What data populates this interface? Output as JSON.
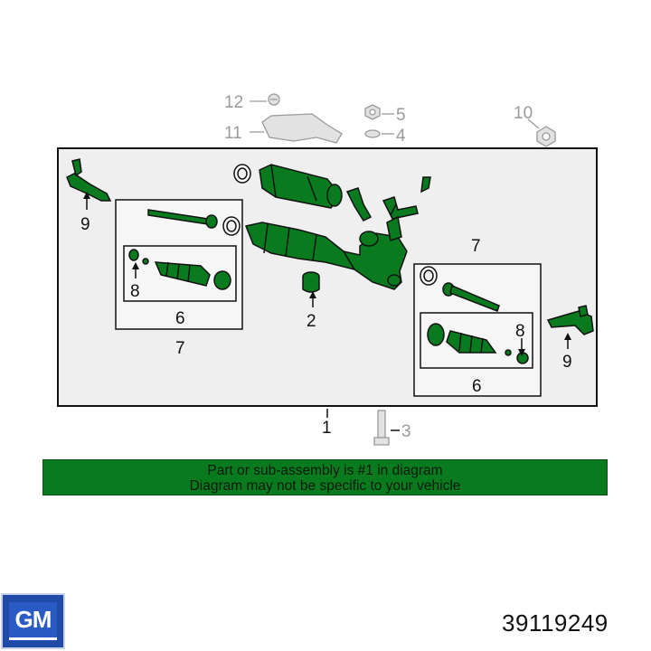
{
  "callouts": {
    "c1": "1",
    "c2": "2",
    "c3": "3",
    "c4": "4",
    "c5": "5",
    "c6_left": "6",
    "c6_right": "6",
    "c7_left": "7",
    "c7_right": "7",
    "c8_left": "8",
    "c8_right": "8",
    "c9_left": "9",
    "c9_right": "9",
    "c10": "10",
    "c11": "11",
    "c12": "12"
  },
  "banner": {
    "line1": "Part or sub-assembly is #1 in diagram",
    "line2": "Diagram may not be specific to your vehicle"
  },
  "logo": {
    "text": "GM"
  },
  "part_number": "39119249",
  "colors": {
    "highlight_green": "#0a7a1e",
    "banner_green": "#0a7a1e",
    "gm_blue": "#1f4aa8",
    "ghost_grey": "#9a9a9a"
  }
}
